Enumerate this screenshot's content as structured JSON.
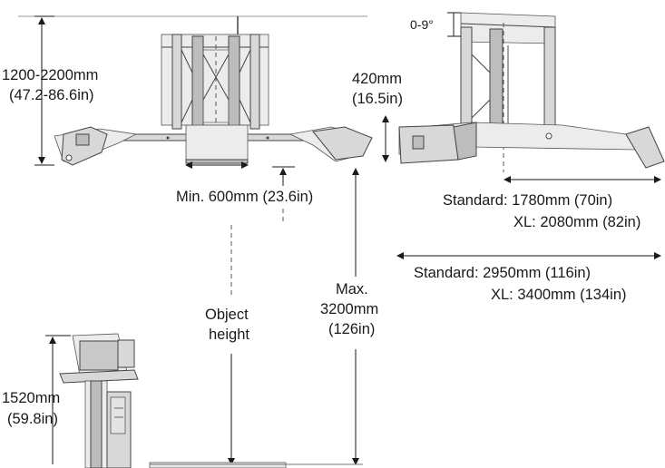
{
  "labels": {
    "column_height_metric": "1200-2200mm",
    "column_height_imperial": "(47.2-86.6in)",
    "rail_height_metric": "420mm",
    "rail_height_imperial": "(16.5in)",
    "tilt_angle": "0-9°",
    "min_clearance": "Min. 600mm (23.6in)",
    "object_height_line1": "Object",
    "object_height_line2": "height",
    "max_height_line1": "Max.",
    "max_height_line2": "3200mm",
    "max_height_line3": "(126in)",
    "arm_reach_standard": "Standard: 1780mm (70in)",
    "arm_reach_xl": "XL: 2080mm (82in)",
    "overall_length_standard": "Standard: 2950mm (116in)",
    "overall_length_xl": "XL: 3400mm (134in)",
    "console_height_metric": "1520mm",
    "console_height_imperial": "(59.8in)"
  }
}
